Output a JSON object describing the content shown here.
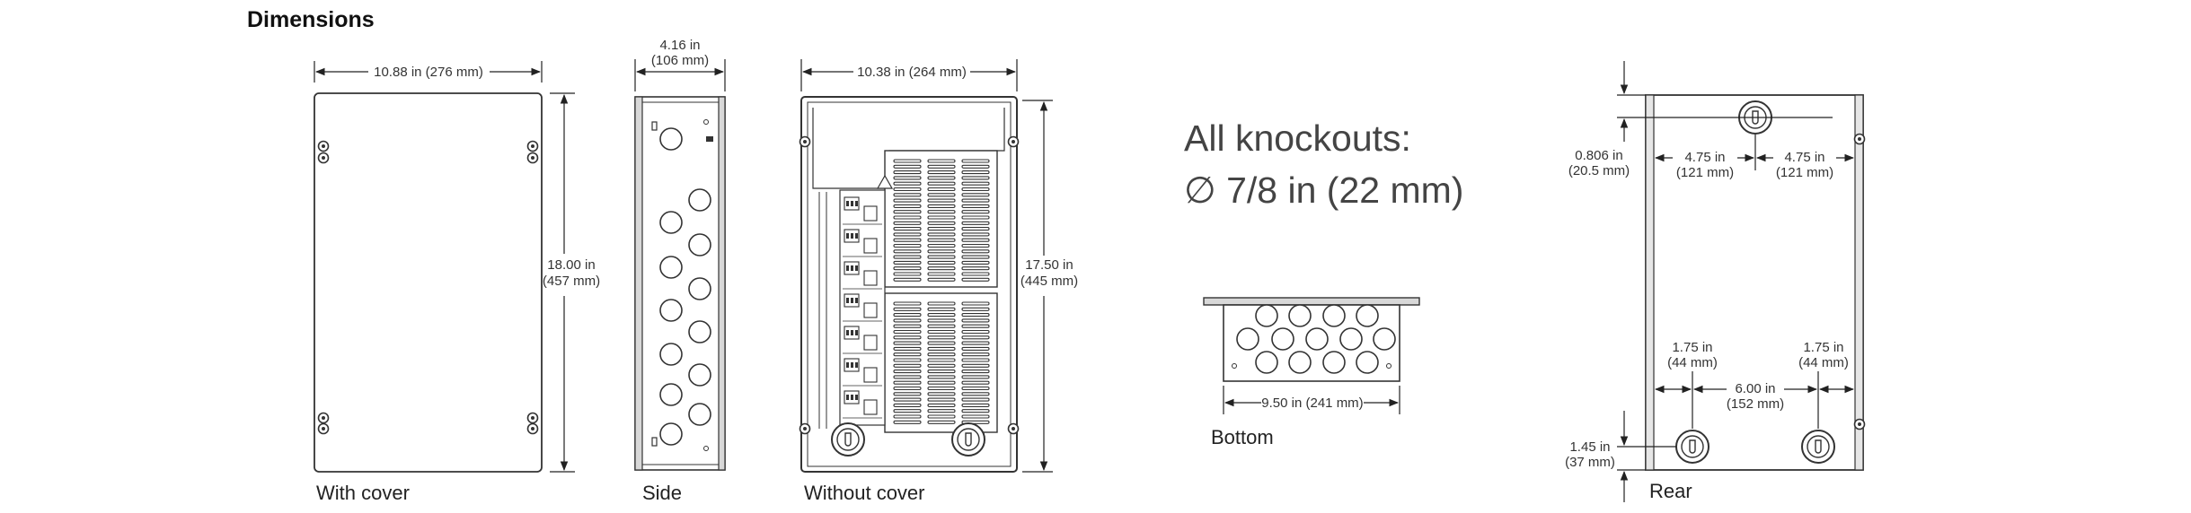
{
  "heading": "Dimensions",
  "views": {
    "with_cover": {
      "caption": "With cover",
      "width_label": "10.88 in (276 mm)",
      "height_label_1": "18.00 in",
      "height_label_2": "(457 mm)"
    },
    "side": {
      "caption": "Side",
      "depth_label_1": "4.16 in",
      "depth_label_2": "(106 mm)"
    },
    "without_cover": {
      "caption": "Without cover",
      "width_label": "10.38 in (264 mm)",
      "height_label_1": "17.50 in",
      "height_label_2": "(445 mm)"
    },
    "knockouts": {
      "line_1": "All knockouts:",
      "line_2": "∅ 7/8 in (22 mm)"
    },
    "bottom": {
      "caption": "Bottom",
      "width_label": "9.50 in (241 mm)"
    },
    "rear": {
      "caption": "Rear",
      "top_offset_1": "0.806 in",
      "top_offset_2": "(20.5 mm)",
      "left_top_1": "4.75 in",
      "left_top_2": "(121 mm)",
      "right_top_1": "4.75 in",
      "right_top_2": "(121 mm)",
      "left_bottom_1": "1.75 in",
      "left_bottom_2": "(44 mm)",
      "right_bottom_1": "1.75 in",
      "right_bottom_2": "(44 mm)",
      "center_1": "6.00 in",
      "center_2": "(152 mm)",
      "bottom_offset_1": "1.45 in",
      "bottom_offset_2": "(37 mm)"
    }
  }
}
